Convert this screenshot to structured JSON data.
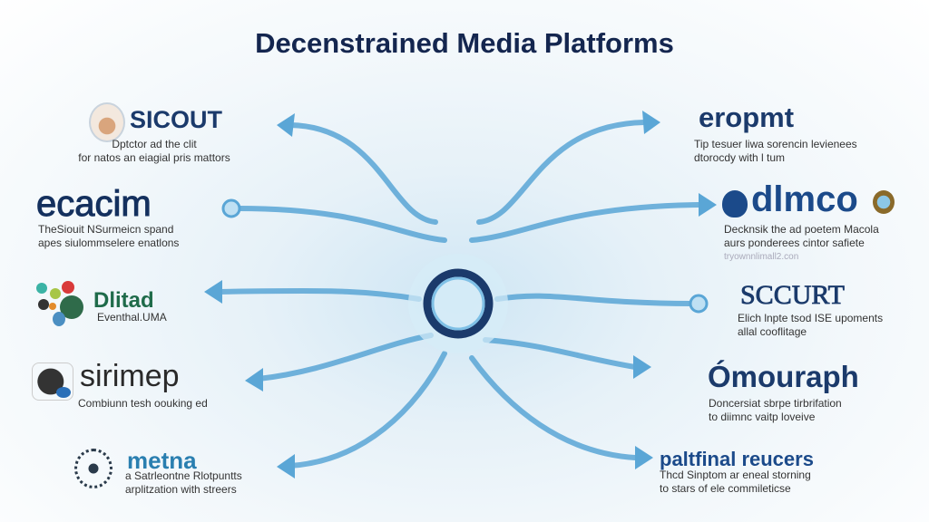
{
  "title": "Decenstrained Media Platforms",
  "colors": {
    "navy": "#1b3a6b",
    "green": "#1f6b4a",
    "blue": "#2a7fb0",
    "arrow": "#5aa6d6"
  },
  "left": [
    {
      "name": "SICOUT",
      "desc": [
        "Dptctor ad the clit",
        "for natos an eiagial pris mattors"
      ]
    },
    {
      "name": "ecacim",
      "desc": [
        "TheSiouit NSurmeicn spand",
        "apes siulommselere enatlons"
      ]
    },
    {
      "name": "Dlitad",
      "desc": [
        "Eventhal.UMA"
      ]
    },
    {
      "name": "sirimep",
      "desc": [
        "Combiunn tesh oouking ed"
      ]
    },
    {
      "name": "metna",
      "desc": [
        "a Satrleontne Rlotpuntts",
        "arplitzation with streers"
      ]
    }
  ],
  "right": [
    {
      "name": "eropmt",
      "desc": [
        "Tip tesuer liwa sorencin levienees",
        "dtorocdy with l tum"
      ]
    },
    {
      "name": "dlmco",
      "desc": [
        "Decknsik the ad poetem Macola",
        "aurs ponderees cintor safiete",
        "tryownnlimall2.con"
      ]
    },
    {
      "name": "SCCURT",
      "desc": [
        "Elich lnpte tsod ISE upoments",
        "allal cooflitage"
      ]
    },
    {
      "name": "Ómouraph",
      "desc": [
        "Doncersiat sbrpe tirbrifation",
        "to diimnc vaitp loveive"
      ]
    },
    {
      "name": "paltfinal reucers",
      "desc": [
        "Thcd Sinptom ar eneal storning",
        "to stars of ele commileticse"
      ]
    }
  ]
}
